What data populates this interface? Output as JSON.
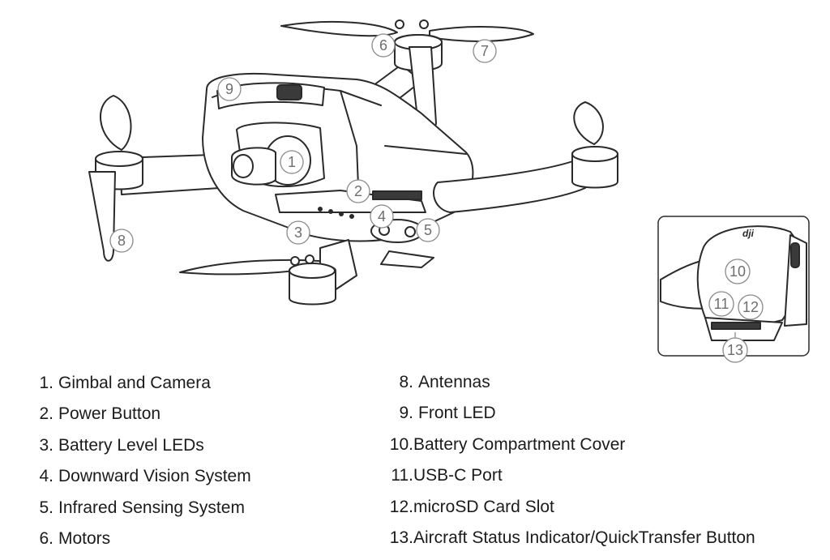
{
  "diagram": {
    "callouts": [
      "1",
      "2",
      "3",
      "4",
      "5",
      "6",
      "7",
      "8",
      "9",
      "10",
      "11",
      "12",
      "13"
    ],
    "inset_logo": "dji"
  },
  "parts": {
    "left": [
      {
        "num": "1.",
        "label": "Gimbal and Camera"
      },
      {
        "num": "2.",
        "label": "Power Button"
      },
      {
        "num": "3.",
        "label": "Battery Level LEDs"
      },
      {
        "num": "4.",
        "label": "Downward Vision System"
      },
      {
        "num": "5.",
        "label": "Infrared Sensing System"
      },
      {
        "num": "6.",
        "label": "Motors"
      }
    ],
    "right": [
      {
        "num": "8.",
        "label": "Antennas"
      },
      {
        "num": "9.",
        "label": "Front LED"
      },
      {
        "num": "10.",
        "label": "Battery Compartment Cover"
      },
      {
        "num": "11.",
        "label": "USB-C Port"
      },
      {
        "num": "12.",
        "label": "microSD Card Slot"
      },
      {
        "num": "13.",
        "label": "Aircraft Status Indicator/QuickTransfer Button"
      }
    ]
  }
}
